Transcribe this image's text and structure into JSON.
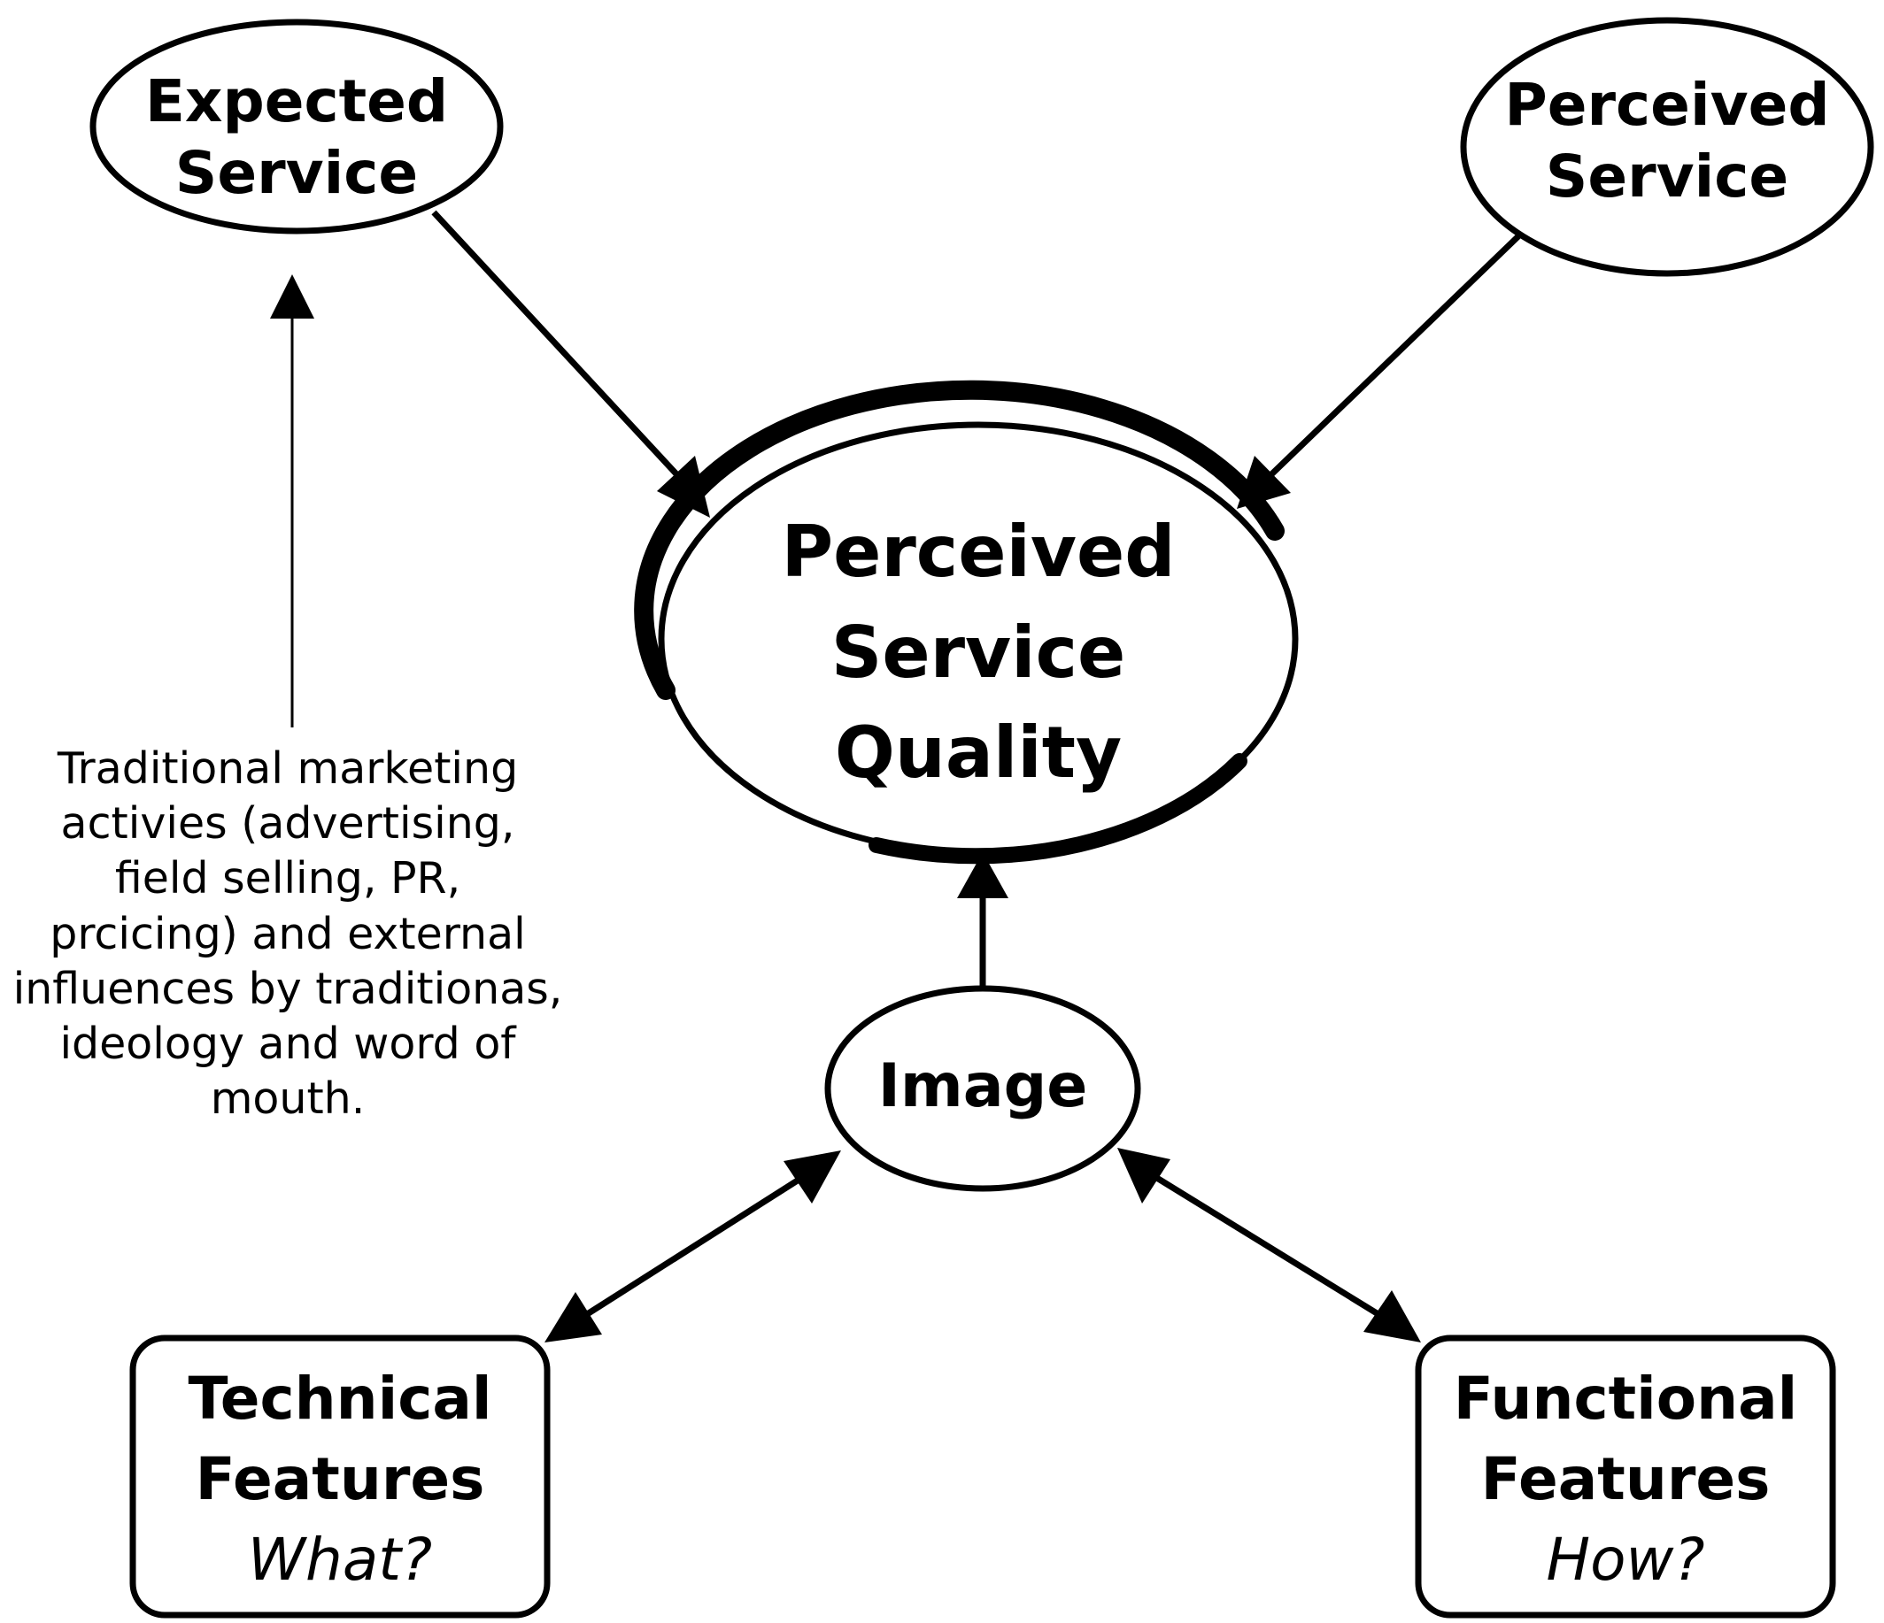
{
  "nodes": {
    "expected_service": {
      "lines": [
        "Expected",
        "Service"
      ]
    },
    "perceived_service": {
      "lines": [
        "Perceived",
        "Service"
      ]
    },
    "perceived_service_quality": {
      "lines": [
        "Perceived",
        "Service",
        "Quality"
      ]
    },
    "image": {
      "lines": [
        "Image"
      ]
    },
    "technical_features": {
      "lines": [
        "Technical",
        "Features"
      ],
      "question": "What?"
    },
    "functional_features": {
      "lines": [
        "Functional",
        "Features"
      ],
      "question": "How?"
    }
  },
  "note": {
    "lines": [
      "Traditional marketing",
      "activies (advertising,",
      "field selling, PR,",
      "prcicing) and external",
      "influences by traditionas,",
      "ideology and word of",
      "mouth."
    ]
  },
  "colors": {
    "stroke": "#000000",
    "background": "#ffffff"
  }
}
